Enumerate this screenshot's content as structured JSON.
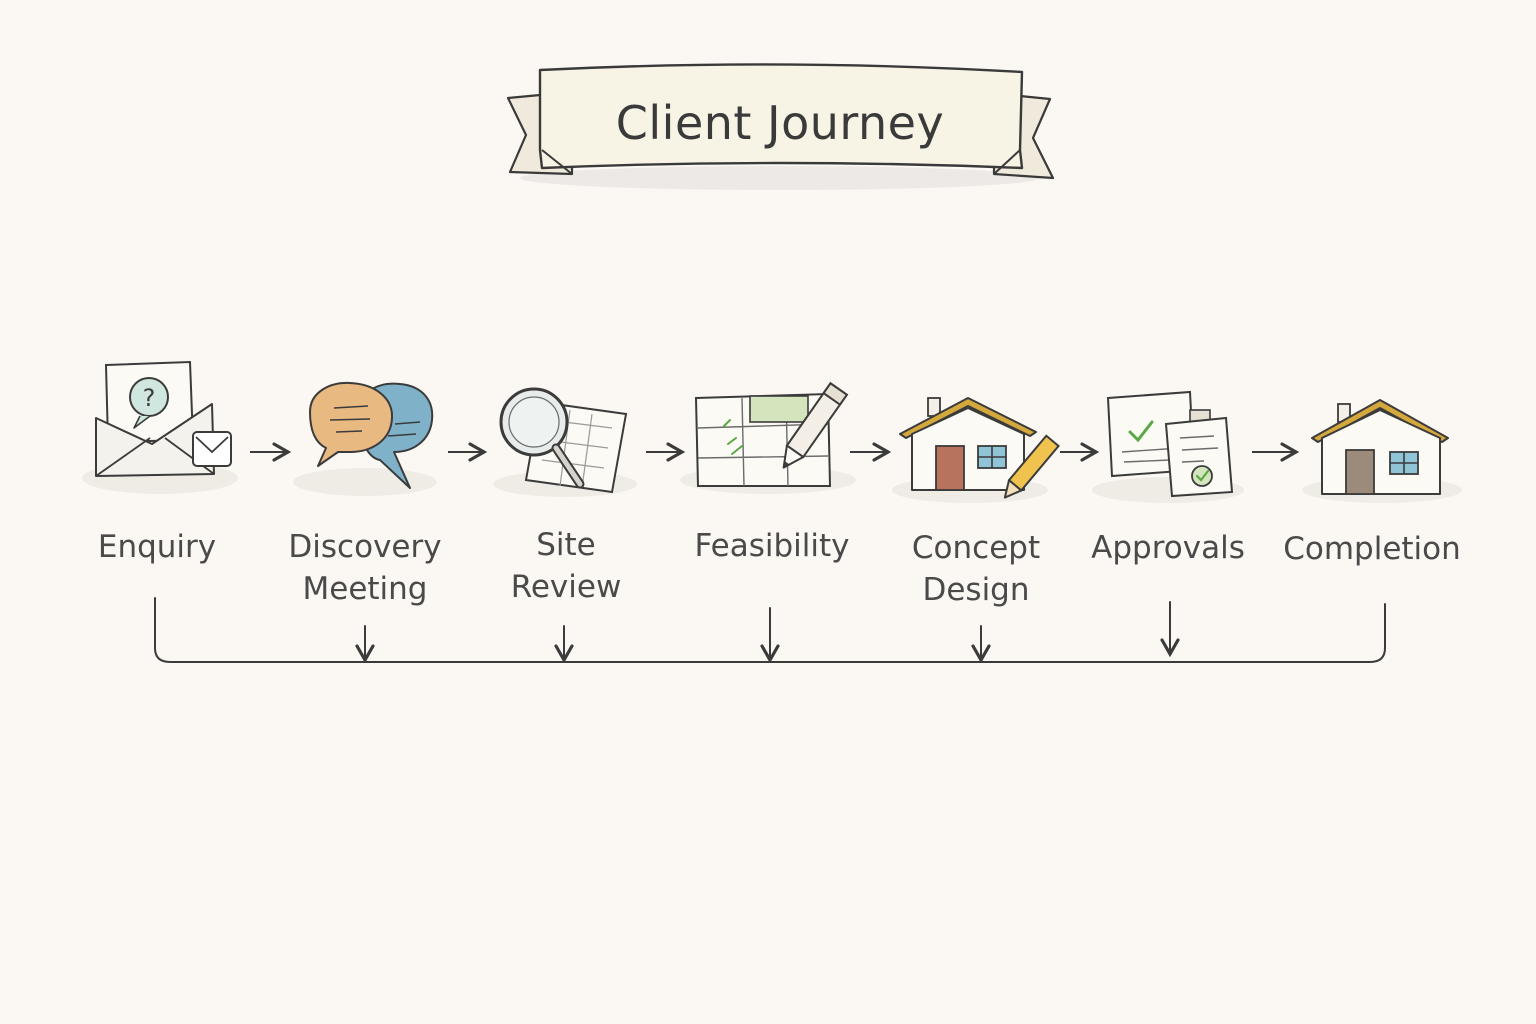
{
  "diagram": {
    "title": "Client Journey",
    "steps": [
      {
        "label": "Enquiry",
        "icon": "envelope-question-icon"
      },
      {
        "label": "Discovery\nMeeting",
        "icon": "speech-bubbles-icon"
      },
      {
        "label": "Site\nReview",
        "icon": "magnifier-plan-icon"
      },
      {
        "label": "Feasibility",
        "icon": "plan-pencil-icon"
      },
      {
        "label": "Concept\nDesign",
        "icon": "house-pencil-icon"
      },
      {
        "label": "Approvals",
        "icon": "approved-documents-icon"
      },
      {
        "label": "Completion",
        "icon": "house-icon"
      }
    ]
  },
  "colors": {
    "background": "#fbf8f4",
    "ink": "#3b3b3b",
    "banner": "#f7f4e6",
    "bubble_orange": "#e8b980",
    "bubble_blue": "#7fb2c9",
    "roof": "#d4a83c",
    "door": "#b8735c",
    "window": "#8fc3d6",
    "pencil": "#f0c24e",
    "check_green": "#5aa845",
    "note_green": "#d4e4bd",
    "question_teal": "#cfe7df"
  }
}
